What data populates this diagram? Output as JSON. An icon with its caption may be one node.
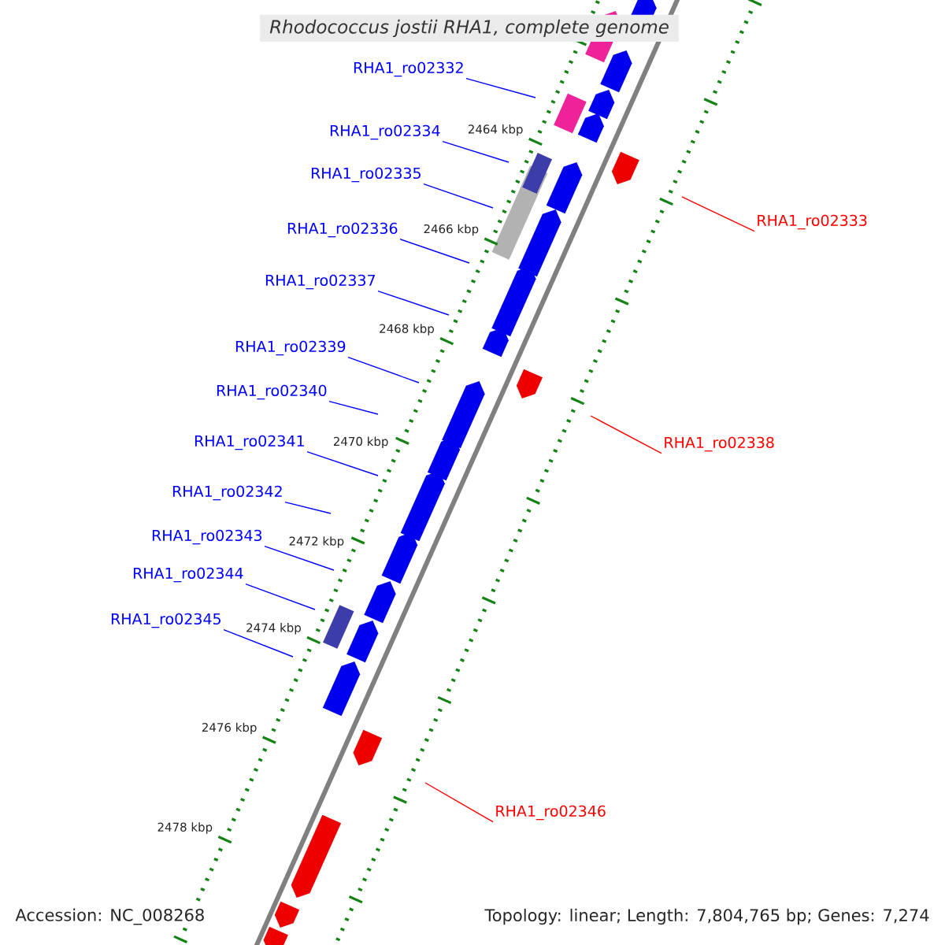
{
  "diagram": {
    "title": "Rhodococcus jostii RHA1, complete genome",
    "nodes": [
      {
        "text": [
          "RHA1_ro02332"
        ]
      },
      {
        "text": [
          "RHA1_ro02334"
        ]
      },
      {
        "text": [
          "RHA1_ro02335"
        ]
      },
      {
        "text": [
          "RHA1_ro02333"
        ]
      },
      {
        "text": [
          "RHA1_ro02336"
        ]
      },
      {
        "text": [
          "RHA1_ro02337"
        ]
      },
      {
        "text": [
          "RHA1_ro02339"
        ]
      },
      {
        "text": [
          "RHA1_ro02340"
        ]
      },
      {
        "text": [
          "RHA1_ro02341"
        ]
      },
      {
        "text": [
          "RHA1_ro02338"
        ]
      },
      {
        "text": [
          "RHA1_ro02342"
        ]
      },
      {
        "text": [
          "RHA1_ro02343"
        ]
      },
      {
        "text": [
          "RHA1_ro02344"
        ]
      },
      {
        "text": [
          "RHA1_ro02345"
        ]
      },
      {
        "text": [
          "RHA1_ro02346"
        ]
      }
    ],
    "edges": [
      {
        "from": 0,
        "to": null,
        "arrow": "none"
      },
      {
        "from": 1,
        "to": null,
        "arrow": "none"
      },
      {
        "from": 2,
        "to": null,
        "arrow": "none"
      },
      {
        "from": 3,
        "to": null,
        "arrow": "none",
        "color": "#ff0000"
      },
      {
        "from": 4,
        "to": null,
        "arrow": "none"
      },
      {
        "from": 5,
        "to": null,
        "arrow": "none"
      },
      {
        "from": 6,
        "to": null,
        "arrow": "none"
      },
      {
        "from": 7,
        "to": null,
        "arrow": "none"
      },
      {
        "from": 8,
        "to": null,
        "arrow": "none"
      },
      {
        "from": 9,
        "to": null,
        "arrow": "none",
        "color": "#ff0000"
      },
      {
        "from": 10,
        "to": null,
        "arrow": "none"
      },
      {
        "from": 11,
        "to": null,
        "arrow": "none"
      },
      {
        "from": 12,
        "to": null,
        "arrow": "none"
      },
      {
        "from": 13,
        "to": null,
        "arrow": "none"
      },
      {
        "from": 14,
        "to": null,
        "arrow": "none",
        "color": "#ff0000"
      }
    ],
    "labels": [
      "2464 kbp",
      "2466 kbp",
      "2468 kbp",
      "2470 kbp",
      "2472 kbp",
      "2474 kbp",
      "2476 kbp",
      "2478 kbp",
      "Accession: NC_008268",
      "Topology: linear; Length: 7,804,765 bp; Genes: 7,274"
    ]
  }
}
